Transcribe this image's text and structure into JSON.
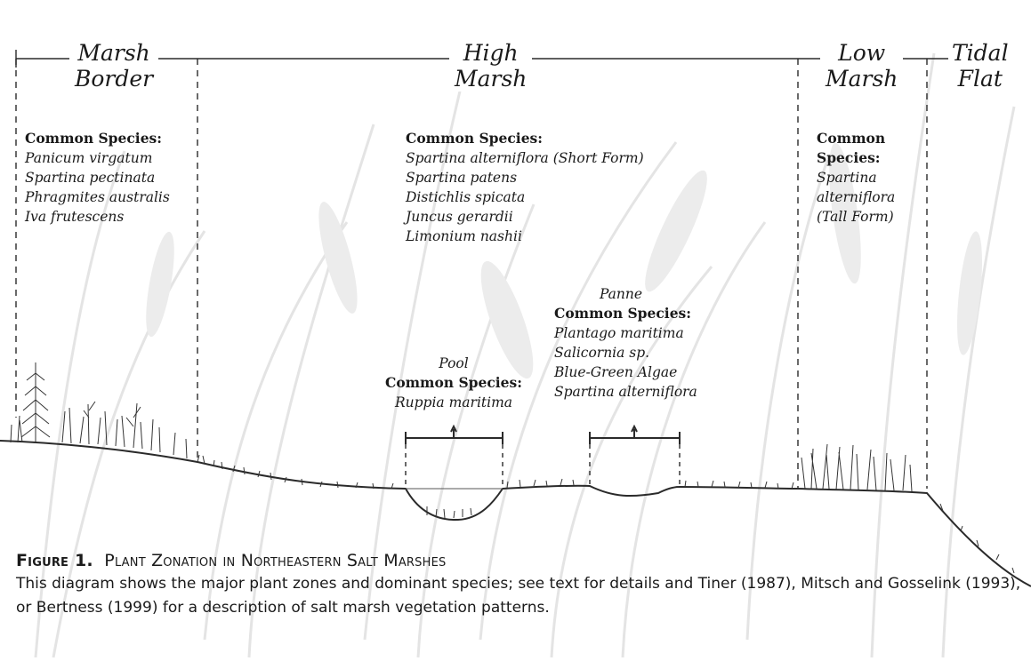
{
  "zones": {
    "marsh_border": {
      "title_lines": [
        "Marsh",
        "Border"
      ],
      "species_header": "Common Species:",
      "species": [
        "Panicum virgatum",
        "Spartina pectinata",
        "Phragmites australis",
        "Iva frutescens"
      ]
    },
    "high_marsh": {
      "title_lines": [
        "High",
        "Marsh"
      ],
      "species_header": "Common Species:",
      "species": [
        "Spartina alterniflora (Short Form)",
        "Spartina patens",
        "Distichlis spicata",
        "Juncus gerardii",
        "Limonium nashii"
      ]
    },
    "low_marsh": {
      "title_lines": [
        "Low",
        "Marsh"
      ],
      "species_header_lines": [
        "Common",
        "Species:"
      ],
      "species_lines": [
        "Spartina",
        "alterniflora",
        "(Tall Form)"
      ]
    },
    "tidal_flat": {
      "title_lines": [
        "Tidal",
        "Flat"
      ]
    }
  },
  "features": {
    "pool": {
      "label": "Pool",
      "species_header": "Common Species:",
      "species": [
        "Ruppia maritima"
      ]
    },
    "panne": {
      "label": "Panne",
      "species_header": "Common Species:",
      "species": [
        "Plantago maritima",
        "Salicornia sp.",
        "Blue-Green Algae",
        "Spartina alterniflora"
      ]
    }
  },
  "caption": {
    "label": "Figure 1.",
    "title": "Plant Zonation in Northeastern Salt Marshes",
    "text": "This diagram shows the major plant zones and dominant species; see text for details and Tiner (1987), Mitsch and Gosselink (1993), or Bertness (1999) for a description of salt marsh vegetation patterns."
  },
  "colors": {
    "line": "#2a2a2a",
    "faint_plants": "#e6e6e6",
    "text": "#1a1a1a"
  }
}
